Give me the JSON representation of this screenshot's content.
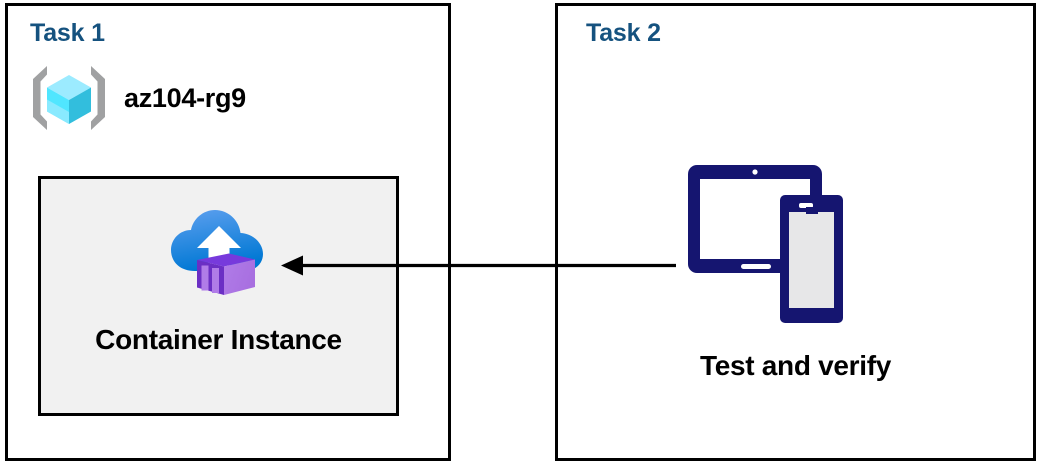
{
  "diagram": {
    "title": "Azure Container Instance task diagram",
    "background_color": "#ffffff",
    "panels": [
      {
        "id": "task1",
        "heading": "Task 1",
        "heading_color": "#15527f",
        "border_color": "#000000",
        "resource_group": {
          "icon": "azure-resource-group-icon",
          "label": "az104-rg9",
          "label_color": "#000000"
        },
        "resource_box": {
          "background_color": "#f1f1f1",
          "border_color": "#000000",
          "icon": "azure-container-instance-icon",
          "label": "Container Instance",
          "label_color": "#000000"
        }
      },
      {
        "id": "task2",
        "heading": "Task 2",
        "heading_color": "#15527f",
        "border_color": "#000000",
        "device": {
          "icon": "tablet-and-phone-icon",
          "icon_color": "#151570",
          "label": "Test and verify",
          "label_color": "#000000"
        }
      }
    ],
    "connector": {
      "name": "test-to-container-arrow",
      "direction": "right-to-left",
      "color": "#000000",
      "from": "Test and verify",
      "to": "Container Instance"
    },
    "palette": {
      "heading_blue": "#15527f",
      "box_grey": "#f1f1f1",
      "outline_black": "#000000",
      "rg_cube_cyan": "#50e6ff",
      "rg_bracket_grey": "#a0a1a2",
      "cloud_blue": "#0078d4",
      "container_purple": "#b077e0",
      "device_navy": "#151570",
      "device_screen_grey": "#e7e7e8"
    }
  }
}
